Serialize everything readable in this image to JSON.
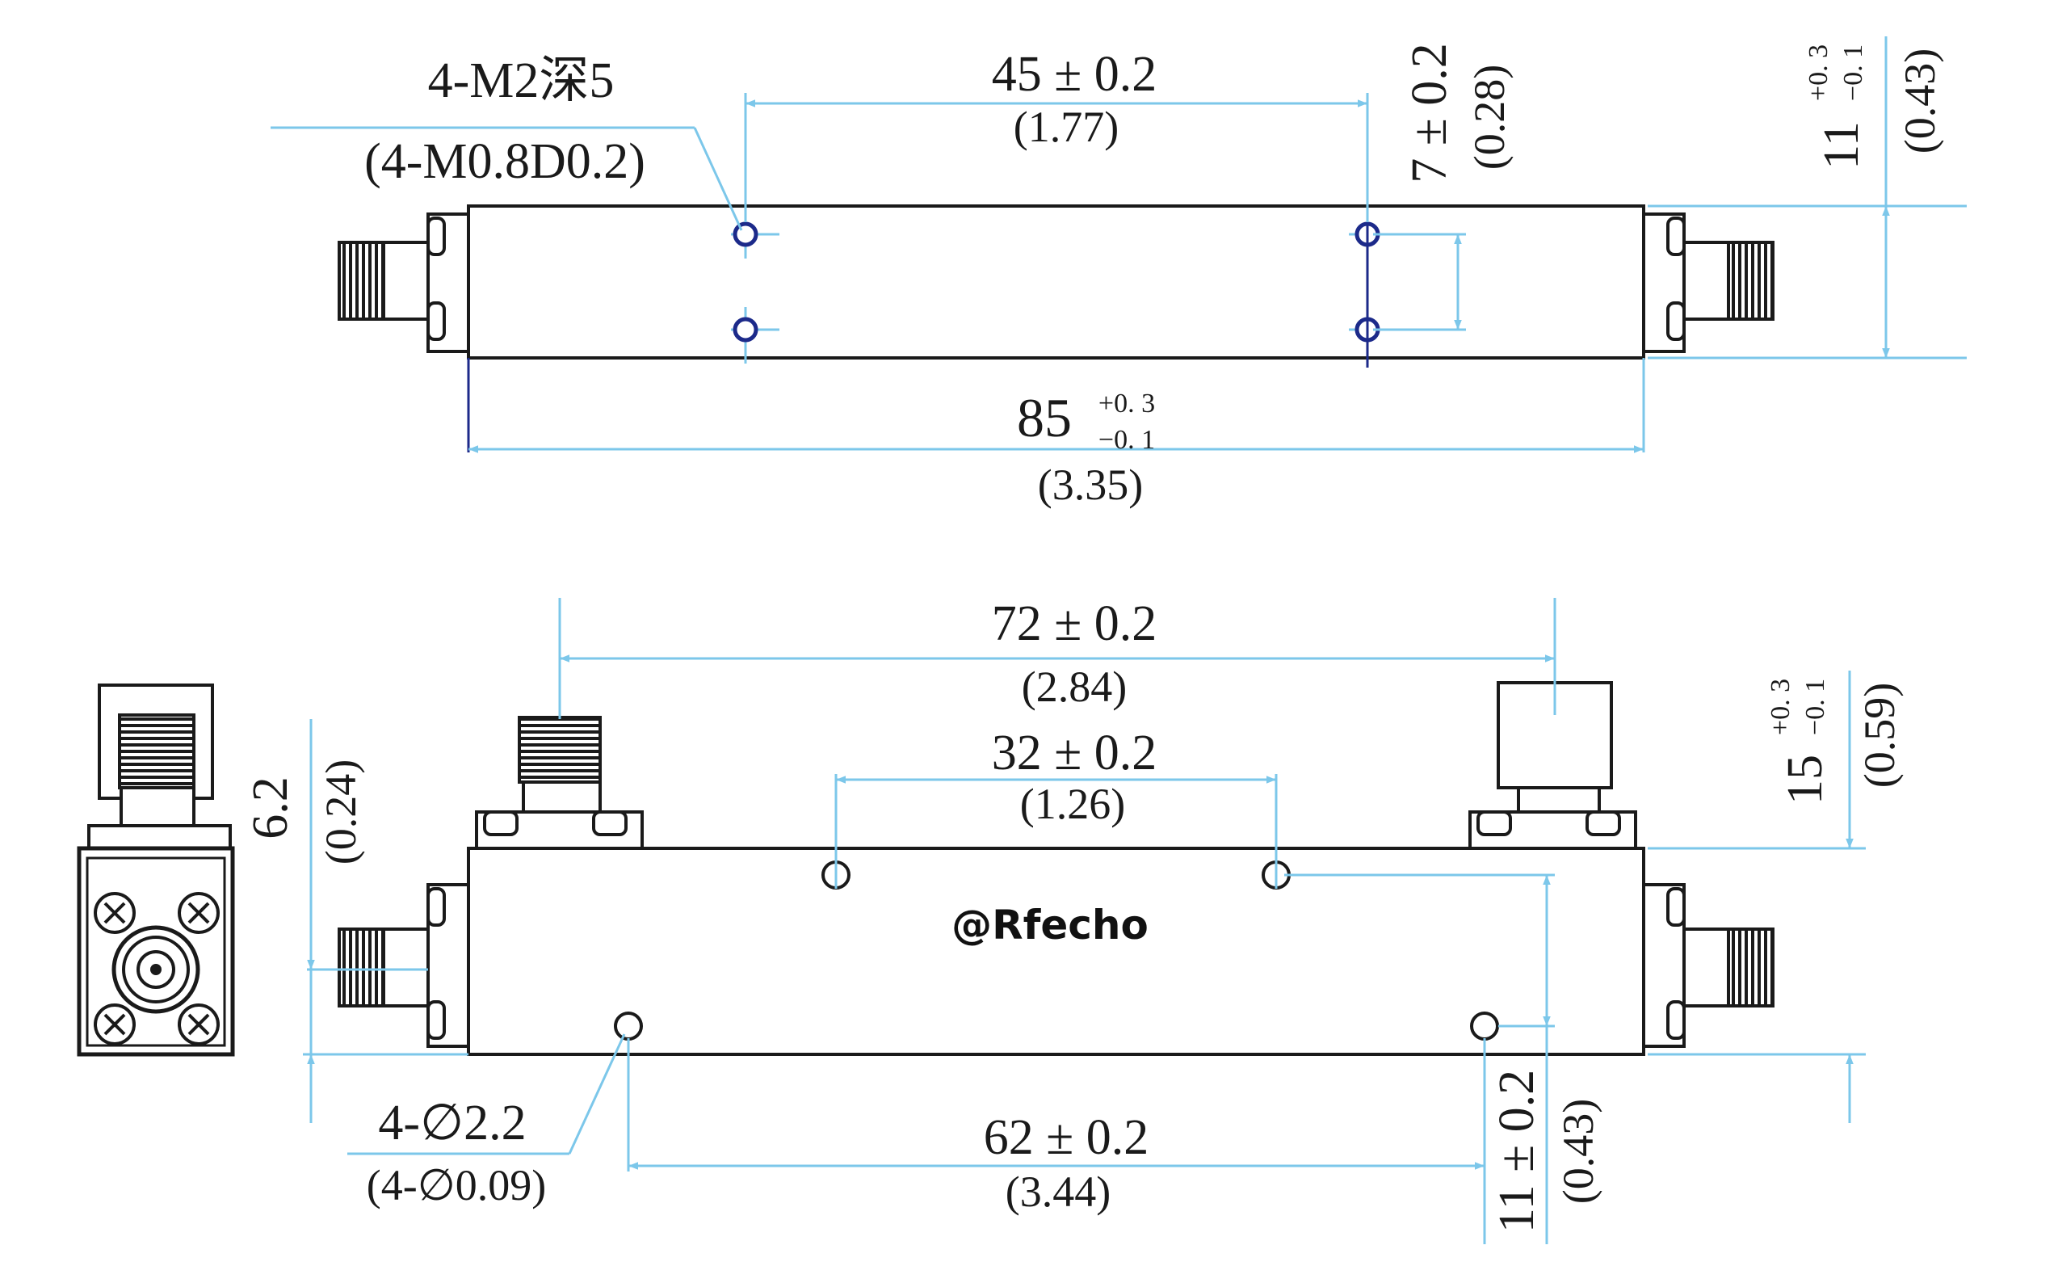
{
  "colors": {
    "dimension_line": "#7cc7ea",
    "outline": "#1a1a1a",
    "hole_accent": "#1c2a8a",
    "background": "#ffffff"
  },
  "top_view": {
    "label_holes": "4-M2深5",
    "label_holes_imperial": "(4-M0.8D0.2)",
    "dim_hole_spacing": "45 ± 0.2",
    "dim_hole_spacing_imperial": "(1.77)",
    "dim_hole_offset": "7 ± 0.2",
    "dim_hole_offset_imperial": "(0.28)",
    "dim_height_base": "11",
    "dim_height_tol_plus": "+0. 3",
    "dim_height_tol_minus": "−0. 1",
    "dim_height_imperial": "(0.43)",
    "dim_length_base": "85",
    "dim_length_tol_plus": "+0. 3",
    "dim_length_tol_minus": "−0. 1",
    "dim_length_imperial": "(3.35)"
  },
  "front_view": {
    "dim_port_spacing": "72 ± 0.2",
    "dim_port_spacing_imperial": "(2.84)",
    "dim_top_holes": "32 ± 0.2",
    "dim_top_holes_imperial": "(1.26)",
    "dim_height_base": "15",
    "dim_height_tol_plus": "+0. 3",
    "dim_height_tol_minus": "−0. 1",
    "dim_height_imperial": "(0.59)",
    "dim_connector_offset": "6.2",
    "dim_connector_offset_imperial": "(0.24)",
    "label_holes": "4-∅2.2",
    "label_holes_imperial": "(4-∅0.09)",
    "dim_bottom_holes": "62 ± 0.2",
    "dim_bottom_holes_imperial": "(3.44)",
    "dim_hole_height": "11 ± 0.2",
    "dim_hole_height_imperial": "(0.43)",
    "watermark_logo": "@Rfecho"
  },
  "side_view": {
    "icon": "sma-connector-end-view"
  }
}
